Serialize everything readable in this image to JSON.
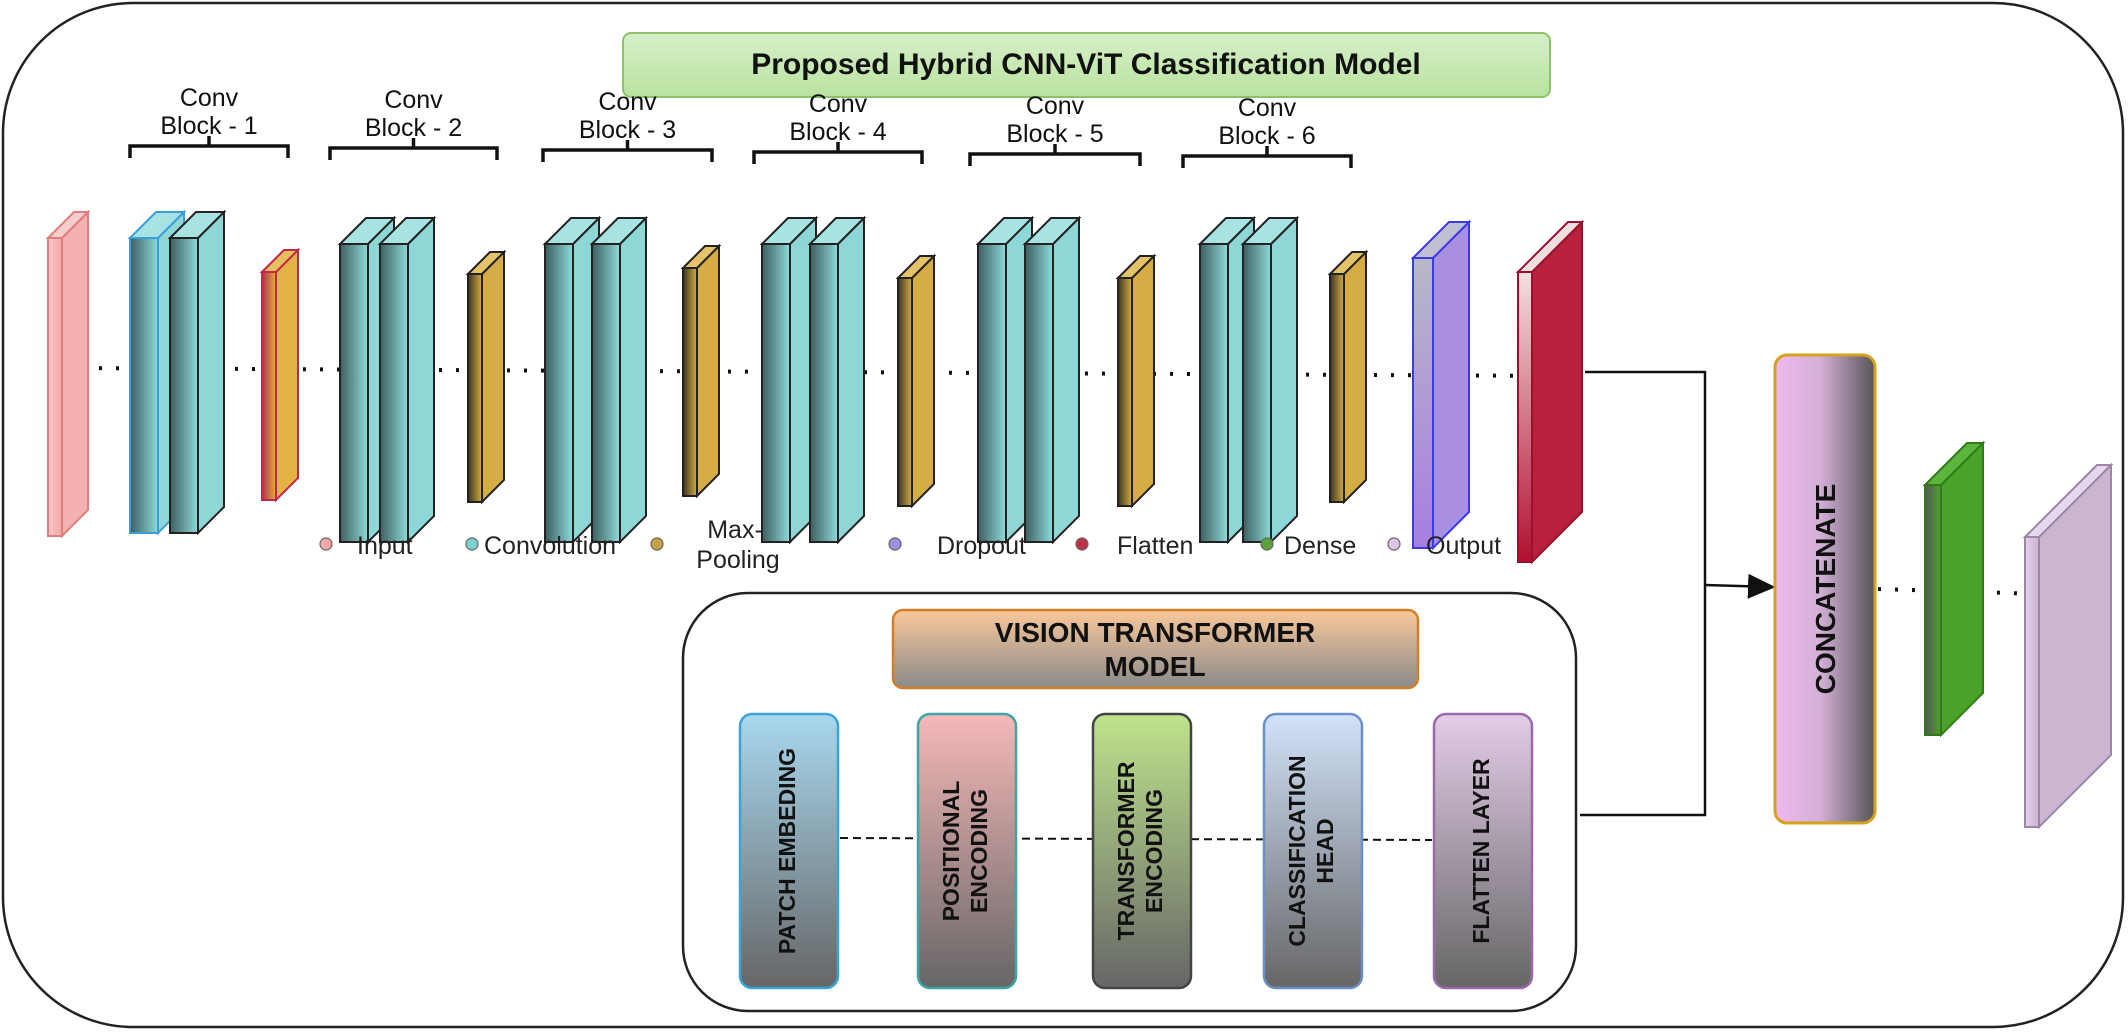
{
  "title": "Proposed Hybrid CNN-ViT Classification Model",
  "conv_blocks": [
    {
      "line1": "Conv",
      "line2": "Block - 1"
    },
    {
      "line1": "Conv",
      "line2": "Block - 2"
    },
    {
      "line1": "Conv",
      "line2": "Block - 3"
    },
    {
      "line1": "Conv",
      "line2": "Block - 4"
    },
    {
      "line1": "Conv",
      "line2": "Block - 5"
    },
    {
      "line1": "Conv",
      "line2": "Block - 6"
    }
  ],
  "legend": [
    {
      "label": "Input",
      "color": "#f4a8a8"
    },
    {
      "label": "Convolution",
      "color": "#7ecfcf"
    },
    {
      "label": "Max-",
      "label2": "Pooling",
      "color": "#c8a240"
    },
    {
      "label": "Dropout",
      "color": "#9f8fe0"
    },
    {
      "label": "Flatten",
      "color": "#c0304a"
    },
    {
      "label": "Dense",
      "color": "#5aa33a"
    },
    {
      "label": "Output",
      "color": "#dcc3e8"
    }
  ],
  "vit": {
    "title_line1": "VISION TRANSFORMER",
    "title_line2": "MODEL",
    "components": [
      {
        "line1": "PATCH EMBEDING",
        "line2": "",
        "color": "#a8d8ef",
        "border": "#3aa4d6"
      },
      {
        "line1": "POSITIONAL",
        "line2": "ENCODING",
        "color": "#f6b8b8",
        "border": "#3aa6a6"
      },
      {
        "line1": "TRANSFORMER",
        "line2": "ENCODING",
        "color": "#bfe48c",
        "border": "#444444"
      },
      {
        "line1": "CLASSIFICATION",
        "line2": "HEAD",
        "color": "#d2e2fa",
        "border": "#6a90c8"
      },
      {
        "line1": "FLATTEN LAYER",
        "line2": "",
        "color": "#e3cce8",
        "border": "#9a6aa8"
      }
    ]
  },
  "concatenate_label": "CONCATENATE"
}
